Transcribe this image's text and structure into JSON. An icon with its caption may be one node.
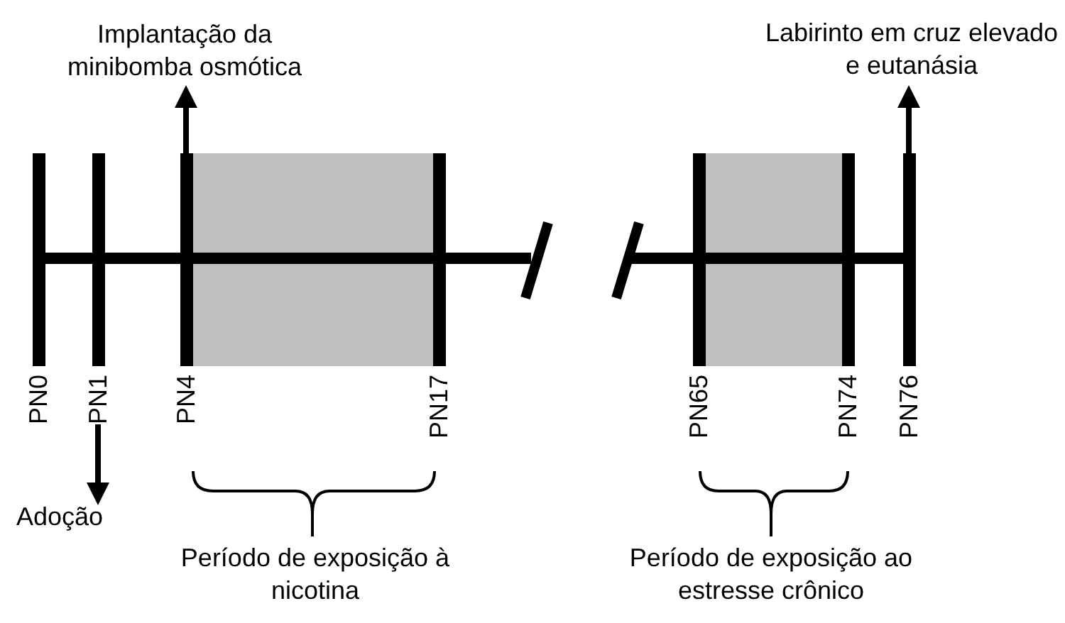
{
  "diagram": {
    "nodes": [
      {
        "text": [
          "Implantação da minibomba osmótica"
        ]
      },
      {
        "text": [
          "Labirinto em cruz elevado e eutanásia"
        ]
      },
      {
        "text": [
          "PN0"
        ]
      },
      {
        "text": [
          "PN1"
        ]
      },
      {
        "text": [
          "PN4"
        ]
      },
      {
        "text": [
          "PN17"
        ]
      },
      {
        "text": [
          "PN65"
        ]
      },
      {
        "text": [
          "PN74"
        ]
      },
      {
        "text": [
          "PN76"
        ]
      },
      {
        "text": [
          "Adoção"
        ]
      }
    ],
    "edges": [
      {
        "from": 4,
        "to": 0,
        "arrow": "to"
      },
      {
        "from": 8,
        "to": 1,
        "arrow": "to"
      },
      {
        "from": 3,
        "to": 9,
        "arrow": "to"
      }
    ],
    "labels": [
      "Período de exposição à nicotina",
      "Período de exposição ao estresse crônico"
    ]
  }
}
